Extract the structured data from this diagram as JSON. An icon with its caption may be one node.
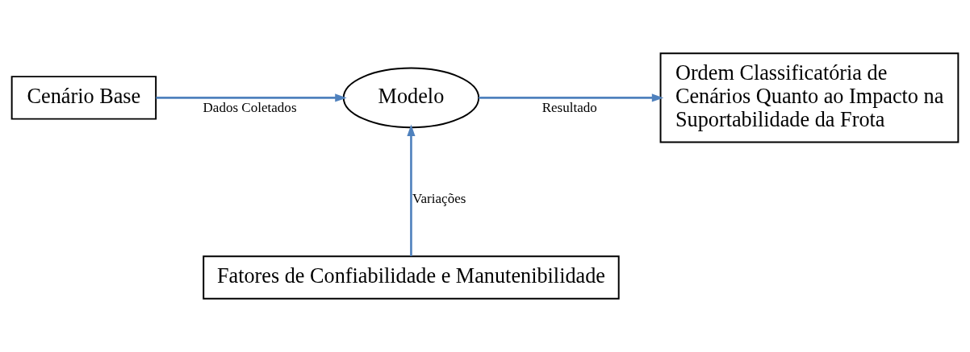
{
  "diagram": {
    "nodes": [
      {
        "text": [
          "Cenário Base"
        ]
      },
      {
        "text": [
          "Modelo"
        ]
      },
      {
        "text": [
          "Ordem Classificatória de Cenários Quanto ao Impacto na Suportabilidade da Frota"
        ]
      },
      {
        "text": [
          "Fatores de Confiabilidade e Manutenibilidade"
        ]
      }
    ],
    "edges": [
      {
        "from": 0,
        "to": 1,
        "arrow": "to",
        "label": "Dados Coletados"
      },
      {
        "from": 1,
        "to": 2,
        "arrow": "to",
        "label": "Resultado"
      },
      {
        "from": 3,
        "to": 1,
        "arrow": "to",
        "label": "Variações"
      }
    ]
  }
}
